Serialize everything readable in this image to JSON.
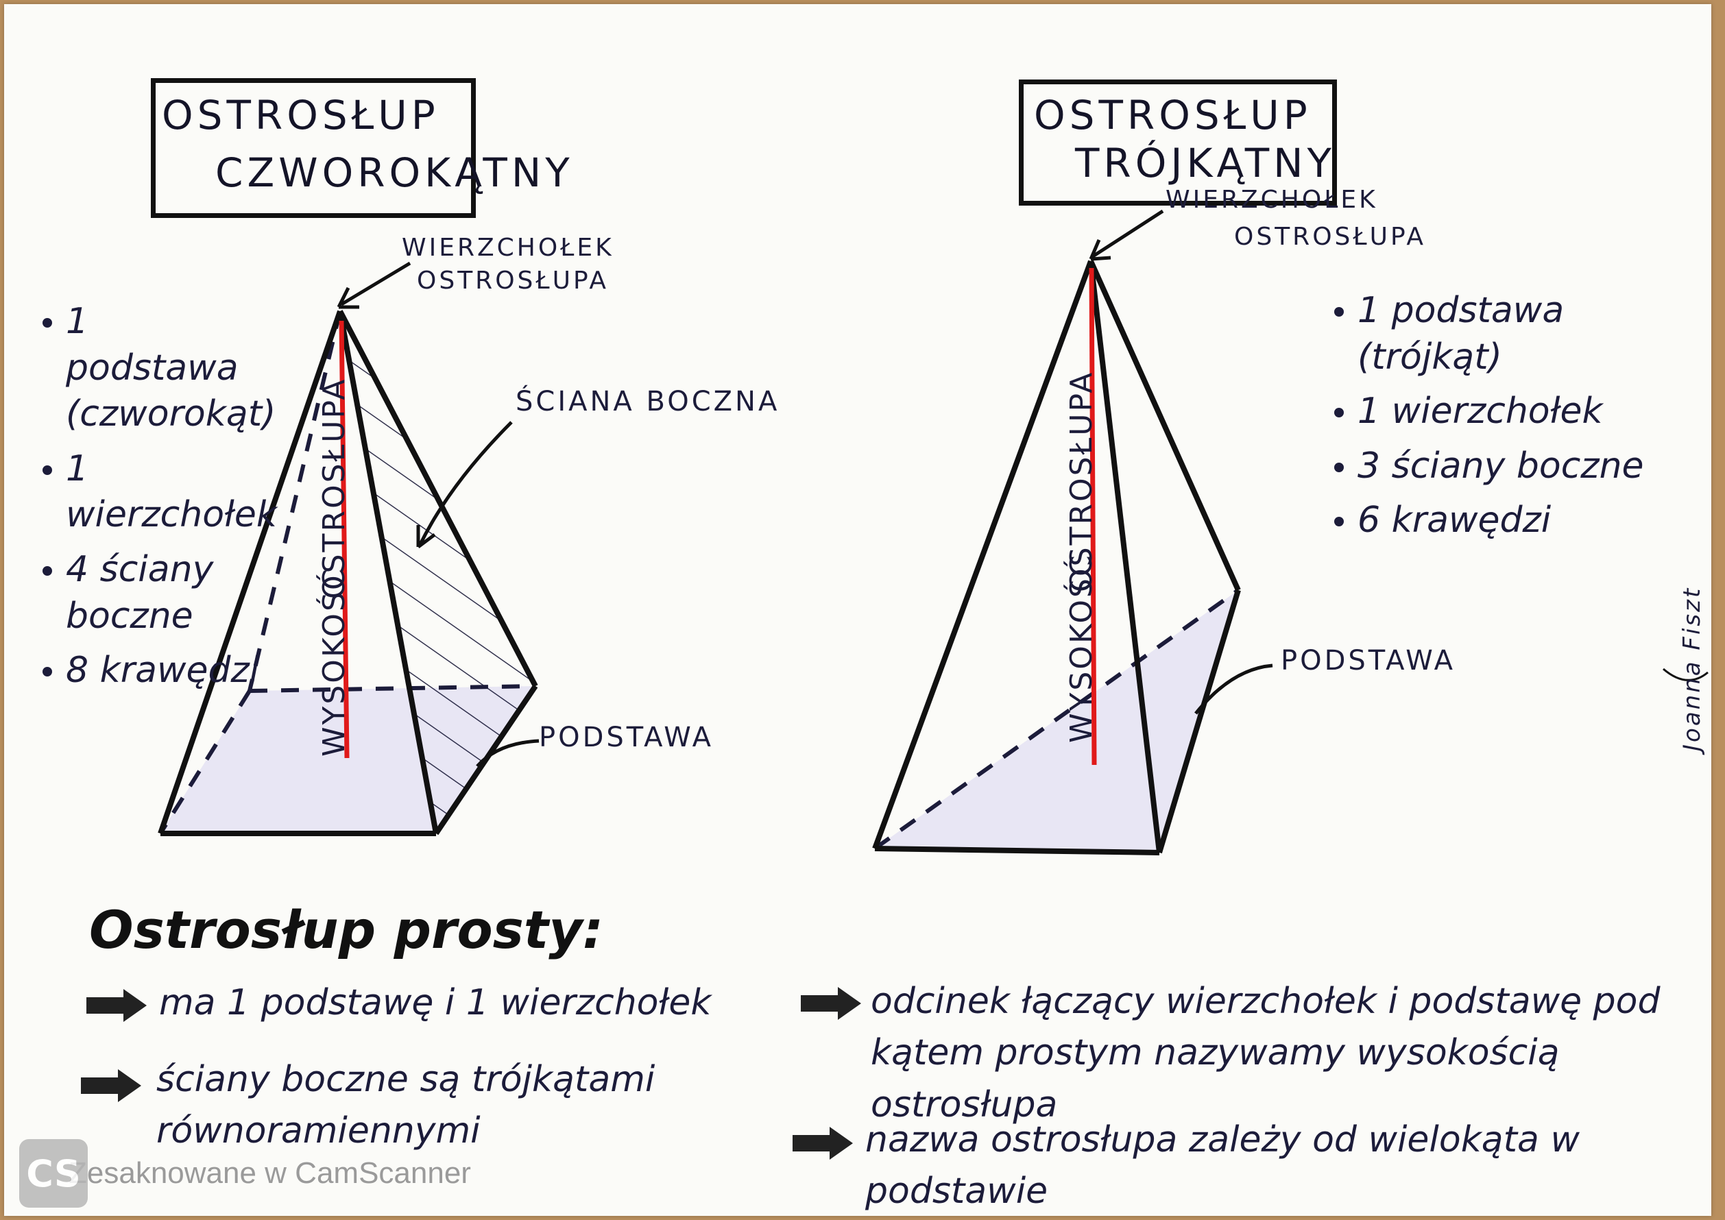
{
  "left": {
    "title_line1": "OSTROSŁUP",
    "title_line2": "CZWOROKĄTNY",
    "bullets": [
      "1 podstawa (czworokąt)",
      "1 wierzchołek",
      "4 ściany boczne",
      "8 krawędzi"
    ],
    "label_apex_line1": "WIERZCHOŁEK",
    "label_apex_line2": "OSTROSŁUPA",
    "label_face": "ŚCIANA BOCZNA",
    "label_base": "PODSTAWA",
    "label_height_line1": "WYSOKOŚĆ",
    "label_height_line2": "OSTROSŁUPA"
  },
  "right": {
    "title_line1": "OSTROSŁUP",
    "title_line2": "TRÓJKĄTNY",
    "bullets": [
      "1 podstawa (trójkąt)",
      "1 wierzchołek",
      "3 ściany boczne",
      "6 krawędzi"
    ],
    "label_apex_line1": "WIERZCHOŁEK",
    "label_apex_line2": "OSTROSŁUPA",
    "label_base": "PODSTAWA",
    "label_height_line1": "WYSOKOŚĆ",
    "label_height_line2": "OSTROSŁUPA"
  },
  "summary": {
    "heading": "Ostrosłup prosty:",
    "points": [
      "ma 1 podstawę i 1 wierzchołek",
      "ściany boczne są trójkątami równoramiennymi",
      "odcinek łączący wierzchołek i podstawę pod kątem prostym nazywamy wysokością ostrosłupa",
      "nazwa ostrosłupa zależy od wielokąta w podstawie"
    ]
  },
  "signature": "Joanna Fiszt",
  "watermark": {
    "logo": "CS",
    "text": "Zesaknowane w CamScanner"
  },
  "colors": {
    "ink": "#1c1c3a",
    "height_line": "#e01a1a",
    "base_shade": "#e4e2f3",
    "paper": "#fbfbf8"
  }
}
